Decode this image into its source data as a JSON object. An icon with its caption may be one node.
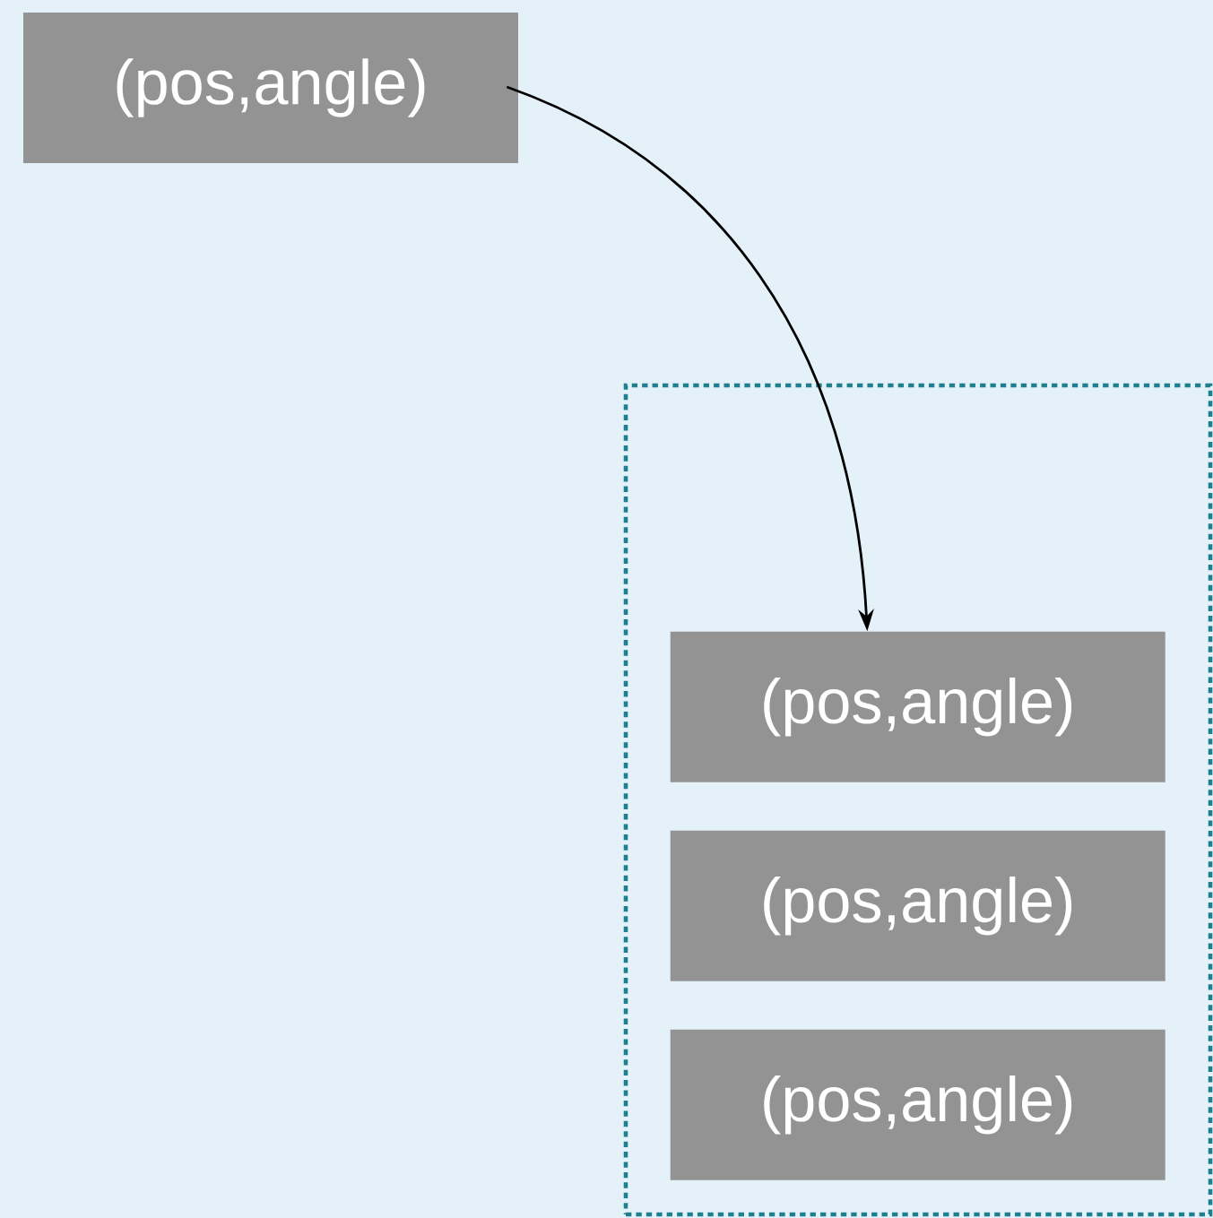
{
  "diagram": {
    "nodes": [
      {
        "text": [
          "(pos,angle)"
        ]
      },
      {
        "text": [],
        "shape": "box"
      },
      {
        "text": [
          "(pos,angle)"
        ],
        "in": 1
      },
      {
        "text": [
          "(pos,angle)"
        ],
        "in": 1
      },
      {
        "text": [
          "(pos,angle)"
        ],
        "in": 1
      }
    ],
    "edges": [
      {
        "from": 0,
        "to": 2,
        "arrow": "to"
      }
    ]
  }
}
